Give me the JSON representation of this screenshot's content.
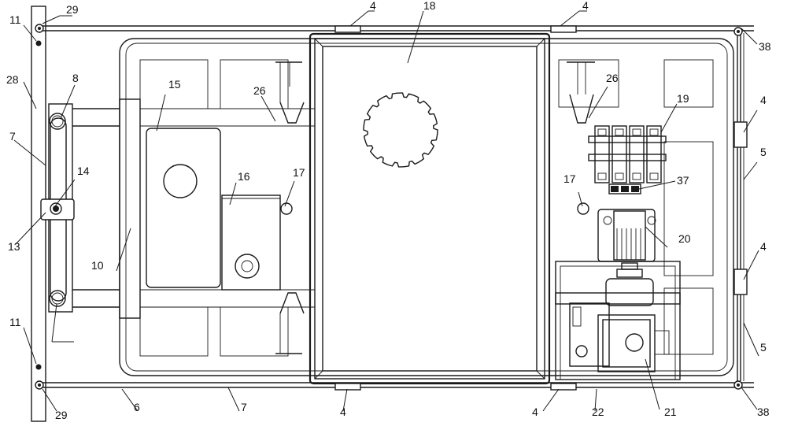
{
  "diagram": {
    "labels": {
      "l4a": "4",
      "l4b": "4",
      "l4c": "4",
      "l4d": "4",
      "l4e": "4",
      "l4f": "4",
      "l5a": "5",
      "l5b": "5",
      "l6": "6",
      "l7a": "7",
      "l7b": "7",
      "l8": "8",
      "l10": "10",
      "l11a": "11",
      "l11b": "11",
      "l13": "13",
      "l14": "14",
      "l15": "15",
      "l16": "16",
      "l17a": "17",
      "l17b": "17",
      "l18": "18",
      "l19": "19",
      "l20": "20",
      "l21": "21",
      "l22": "22",
      "l26a": "26",
      "l26b": "26",
      "l28": "28",
      "l29a": "29",
      "l29b": "29",
      "l37": "37",
      "l38a": "38",
      "l38b": "38"
    }
  }
}
